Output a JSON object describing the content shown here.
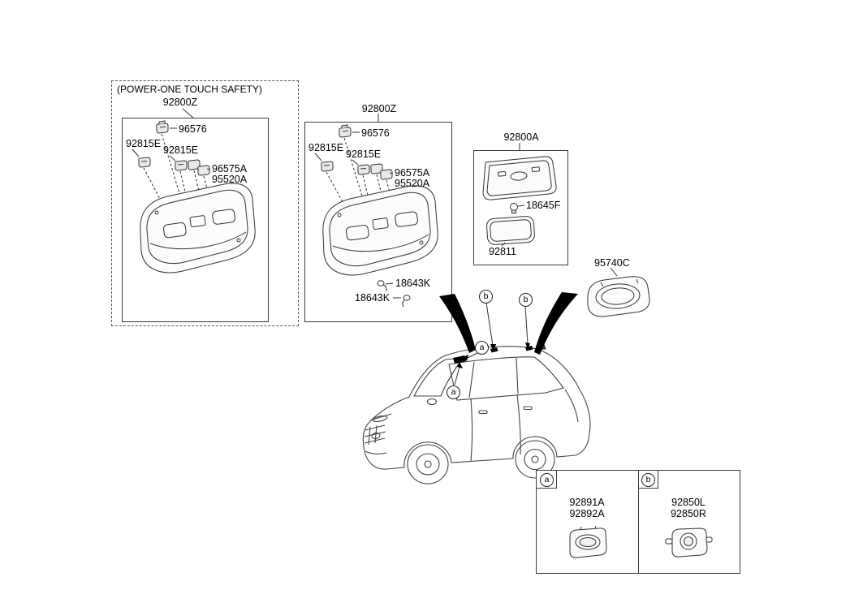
{
  "power_box": {
    "caption": "(POWER-ONE TOUCH SAFETY)",
    "assembly": "92800Z",
    "parts": {
      "clip_top": "96576",
      "clip_left": "92815E",
      "clip_mid": "92815E",
      "bracket_upper": "96575A",
      "bracket_lower": "95520A"
    }
  },
  "console_box": {
    "assembly": "92800Z",
    "parts": {
      "clip_top": "96576",
      "clip_left": "92815E",
      "clip_mid": "92815E",
      "bracket_upper": "96575A",
      "bracket_lower": "95520A",
      "hook_right": "18643K",
      "hook_left": "18643K"
    }
  },
  "room_lamp_box": {
    "assembly": "92800A",
    "parts": {
      "bulb": "18645F",
      "lens": "92811"
    }
  },
  "vanity_lamp": {
    "label": "95740C"
  },
  "callouts": {
    "a": "a",
    "b": "b"
  },
  "legend": {
    "col_a": {
      "key": "a",
      "line1": "92891A",
      "line2": "92892A"
    },
    "col_b": {
      "key": "b",
      "line1": "92850L",
      "line2": "92850R"
    }
  }
}
